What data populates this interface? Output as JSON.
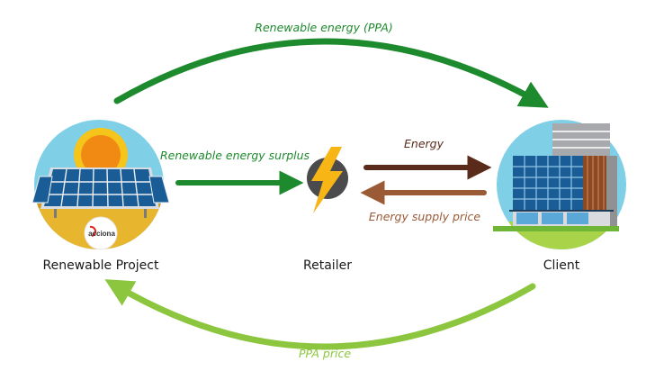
{
  "nodes": {
    "project": {
      "label": "Renewable Project",
      "logo_text": "acciona"
    },
    "retailer": {
      "label": "Retailer"
    },
    "client": {
      "label": "Client"
    }
  },
  "flows": {
    "ppa_energy": {
      "label": "Renewable energy (PPA)",
      "color": "#1e8a2e"
    },
    "surplus": {
      "label": "Renewable energy surplus",
      "color": "#1e8a2e"
    },
    "energy": {
      "label": "Energy",
      "color": "#5a2a1a"
    },
    "supply_price": {
      "label": "Energy supply price",
      "color": "#9a5a36"
    },
    "ppa_price": {
      "label": "PPA price",
      "color": "#8cc63f"
    }
  }
}
